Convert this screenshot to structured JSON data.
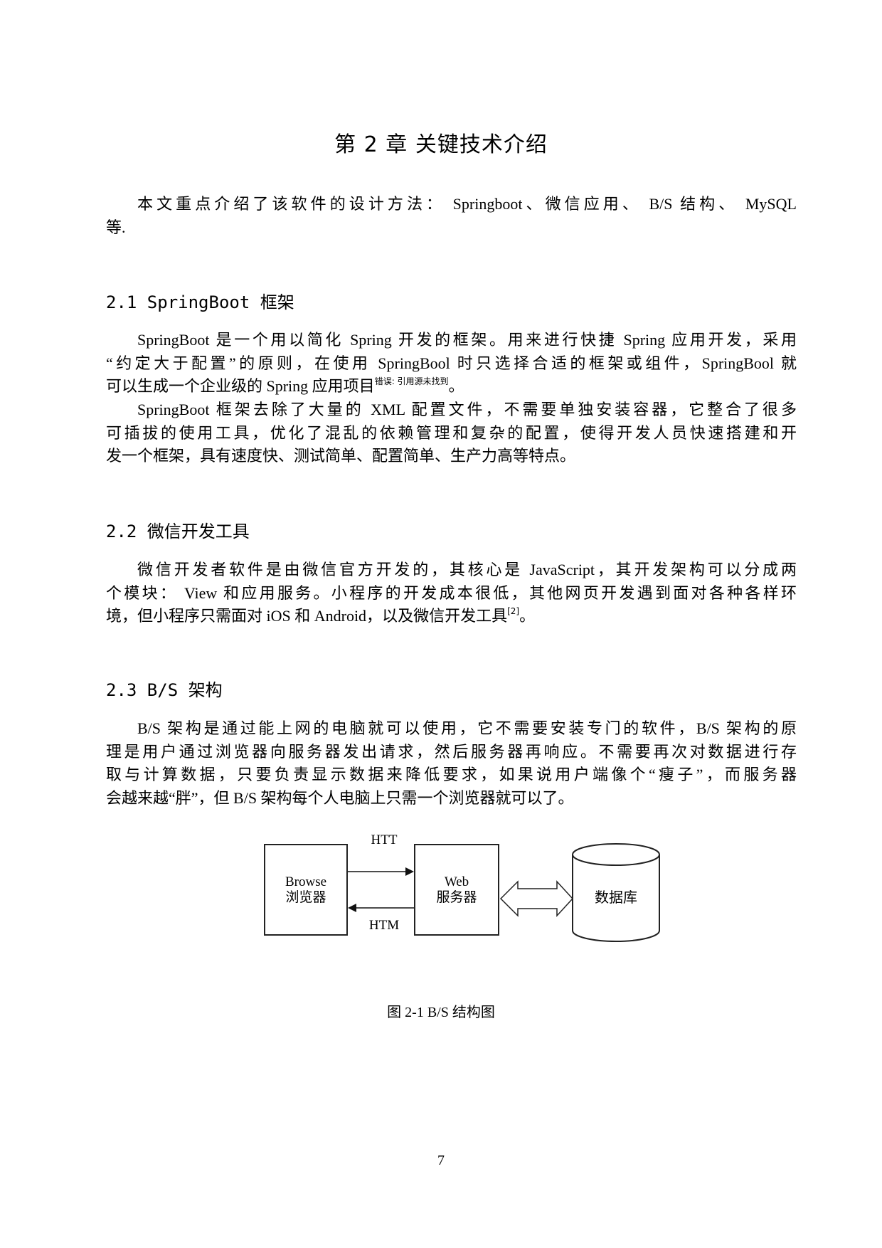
{
  "chapter_title": "第 2 章   关键技术介绍",
  "intro": {
    "lines": [
      "本文重点介绍了该软件的设计方法： Springboot、微信应用、 B/S 结构、 MySQL",
      "等."
    ]
  },
  "sections": [
    {
      "heading": "2.1   SpringBoot 框架",
      "p1": [
        "SpringBoot 是一个用以简化 Spring 开发的框架。用来进行快捷 Spring 应用开发，采用",
        "“约定大于配置”的原则，在使用 SpringBool 时只选择合适的框架或组件，SpringBool 就",
        "可以生成一个企业级的 Spring 应用项目"
      ],
      "p1_ref": "错误: 引用源未找到",
      "p1_end": "。",
      "p2": [
        "SpringBoot 框架去除了大量的 XML 配置文件，不需要单独安装容器，它整合了很多",
        "可插拔的使用工具，优化了混乱的依赖管理和复杂的配置，使得开发人员快速搭建和开",
        "发一个框架，具有速度快、测试简单、配置简单、生产力高等特点。"
      ]
    },
    {
      "heading": "2.2   微信开发工具",
      "p1": [
        "微信开发者软件是由微信官方开发的，其核心是 JavaScript，其开发架构可以分成两",
        "个模块： View 和应用服务。小程序的开发成本很低，其他网页开发遇到面对各种各样环",
        "境，但小程序只需面对 iOS 和 Android，以及微信开发工具"
      ],
      "p1_ref": "[2]",
      "p1_end": "。"
    },
    {
      "heading": "2.3   B/S 架构",
      "p1": [
        "B/S 架构是通过能上网的电脑就可以使用，它不需要安装专门的软件，B/S 架构的原",
        "理是用户通过浏览器向服务器发出请求，然后服务器再响应。不需要再次对数据进行存",
        "取与计算数据，只要负责显示数据来降低要求，如果说用户端像个“瘦子”，而服务器",
        "会越来越“胖”，但 B/S 架构每个人电脑上只需一个浏览器就可以了。"
      ]
    }
  ],
  "diagram": {
    "browser": [
      "Browse",
      "浏览器"
    ],
    "server": [
      "Web",
      "服务器"
    ],
    "database": "数据库",
    "request_label": "HTT",
    "response_label": "HTM"
  },
  "figure_caption": "图 2-1  B/S 结构图",
  "page_number": "7"
}
